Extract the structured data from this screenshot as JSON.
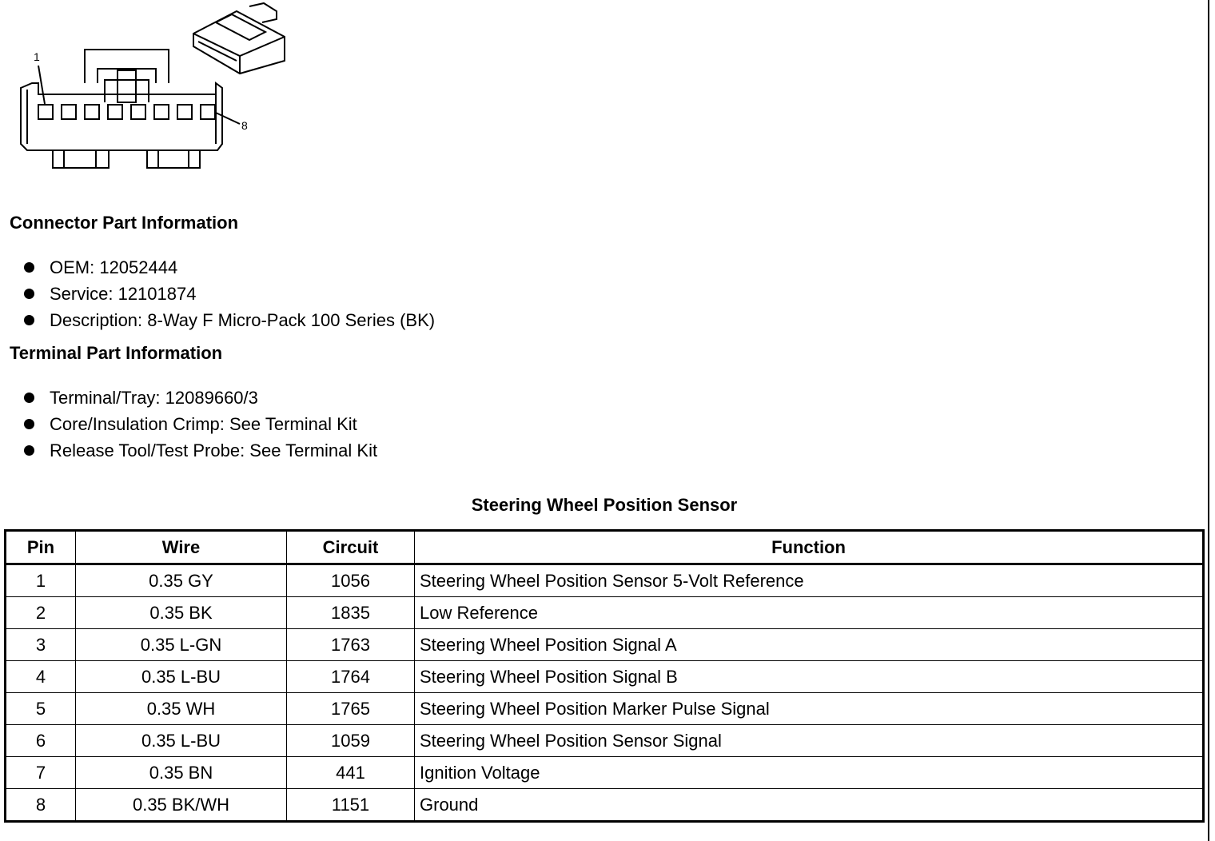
{
  "diagram": {
    "pin_first_label": "1",
    "pin_last_label": "8"
  },
  "connector_section": {
    "title": "Connector Part Information",
    "items": [
      "OEM: 12052444",
      "Service: 12101874",
      "Description: 8-Way F Micro-Pack 100 Series (BK)"
    ]
  },
  "terminal_section": {
    "title": "Terminal Part Information",
    "items": [
      "Terminal/Tray: 12089660/3",
      "Core/Insulation Crimp: See Terminal Kit",
      "Release Tool/Test Probe: See Terminal Kit"
    ]
  },
  "table": {
    "title": "Steering Wheel Position Sensor",
    "headers": [
      "Pin",
      "Wire",
      "Circuit",
      "Function"
    ],
    "rows": [
      [
        "1",
        "0.35 GY",
        "1056",
        "Steering Wheel Position Sensor 5-Volt Reference"
      ],
      [
        "2",
        "0.35 BK",
        "1835",
        "Low Reference"
      ],
      [
        "3",
        "0.35 L-GN",
        "1763",
        "Steering Wheel Position Signal A"
      ],
      [
        "4",
        "0.35 L-BU",
        "1764",
        "Steering Wheel Position Signal B"
      ],
      [
        "5",
        "0.35 WH",
        "1765",
        "Steering Wheel Position Marker Pulse Signal"
      ],
      [
        "6",
        "0.35 L-BU",
        "1059",
        "Steering Wheel Position Sensor Signal"
      ],
      [
        "7",
        "0.35 BN",
        "441",
        "Ignition Voltage"
      ],
      [
        "8",
        "0.35 BK/WH",
        "1151",
        "Ground"
      ]
    ]
  }
}
